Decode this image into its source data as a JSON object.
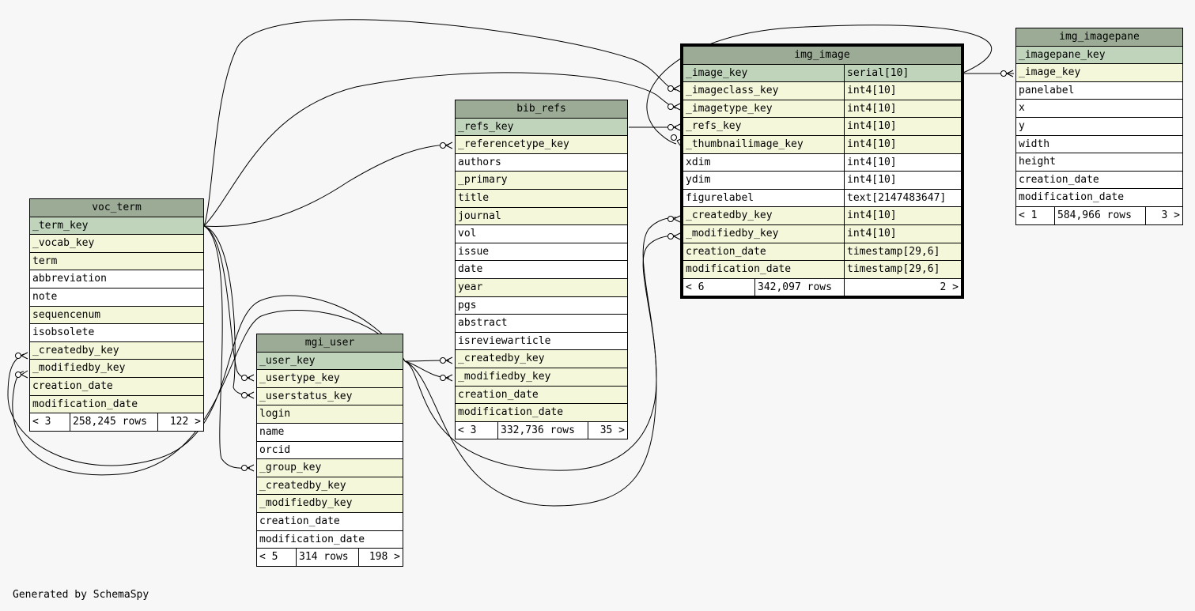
{
  "tables": {
    "voc_term": {
      "name": "voc_term",
      "columns": [
        "_term_key",
        "_vocab_key",
        "term",
        "abbreviation",
        "note",
        "sequencenum",
        "isobsolete",
        "_createdby_key",
        "_modifiedby_key",
        "creation_date",
        "modification_date"
      ],
      "kinds": [
        "pk",
        "fk",
        "fk",
        "plain",
        "plain",
        "fk",
        "plain",
        "fk",
        "fk",
        "fk",
        "fk"
      ],
      "footer": {
        "left": "< 3",
        "rows": "258,245 rows",
        "right": "122 >"
      }
    },
    "mgi_user": {
      "name": "mgi_user",
      "columns": [
        "_user_key",
        "_usertype_key",
        "_userstatus_key",
        "login",
        "name",
        "orcid",
        "_group_key",
        "_createdby_key",
        "_modifiedby_key",
        "creation_date",
        "modification_date"
      ],
      "kinds": [
        "pk",
        "fk",
        "fk",
        "fk",
        "plain",
        "plain",
        "fk",
        "fk",
        "fk",
        "plain",
        "plain"
      ],
      "footer": {
        "left": "< 5",
        "rows": "314 rows",
        "right": "198 >"
      }
    },
    "bib_refs": {
      "name": "bib_refs",
      "columns": [
        "_refs_key",
        "_referencetype_key",
        "authors",
        "_primary",
        "title",
        "journal",
        "vol",
        "issue",
        "date",
        "year",
        "pgs",
        "abstract",
        "isreviewarticle",
        "_createdby_key",
        "_modifiedby_key",
        "creation_date",
        "modification_date"
      ],
      "kinds": [
        "pk",
        "fk",
        "plain",
        "fk",
        "fk",
        "fk",
        "plain",
        "plain",
        "plain",
        "fk",
        "plain",
        "plain",
        "plain",
        "fk",
        "fk",
        "fk",
        "fk"
      ],
      "footer": {
        "left": "< 3",
        "rows": "332,736 rows",
        "right": "35 >"
      }
    },
    "img_image": {
      "name": "img_image",
      "columns": [
        {
          "name": "_image_key",
          "type": "serial[10]"
        },
        {
          "name": "_imageclass_key",
          "type": "int4[10]"
        },
        {
          "name": "_imagetype_key",
          "type": "int4[10]"
        },
        {
          "name": "_refs_key",
          "type": "int4[10]"
        },
        {
          "name": "_thumbnailimage_key",
          "type": "int4[10]"
        },
        {
          "name": "xdim",
          "type": "int4[10]"
        },
        {
          "name": "ydim",
          "type": "int4[10]"
        },
        {
          "name": "figurelabel",
          "type": "text[2147483647]"
        },
        {
          "name": "_createdby_key",
          "type": "int4[10]"
        },
        {
          "name": "_modifiedby_key",
          "type": "int4[10]"
        },
        {
          "name": "creation_date",
          "type": "timestamp[29,6]"
        },
        {
          "name": "modification_date",
          "type": "timestamp[29,6]"
        }
      ],
      "kinds": [
        "pk",
        "fk",
        "fk",
        "fk",
        "fk",
        "plain",
        "plain",
        "plain",
        "fk",
        "fk",
        "fk",
        "fk"
      ],
      "footer": {
        "left": "< 6",
        "rows": "342,097 rows",
        "right": "2 >"
      }
    },
    "img_imagepane": {
      "name": "img_imagepane",
      "columns": [
        "_imagepane_key",
        "_image_key",
        "panelabel",
        "x",
        "y",
        "width",
        "height",
        "creation_date",
        "modification_date"
      ],
      "kinds": [
        "pk",
        "fk",
        "plain",
        "plain",
        "plain",
        "plain",
        "plain",
        "plain",
        "plain"
      ],
      "footer": {
        "left": "< 1",
        "rows": "584,966 rows",
        "right": "3 >"
      }
    }
  },
  "footer_text": "Generated by SchemaSpy"
}
